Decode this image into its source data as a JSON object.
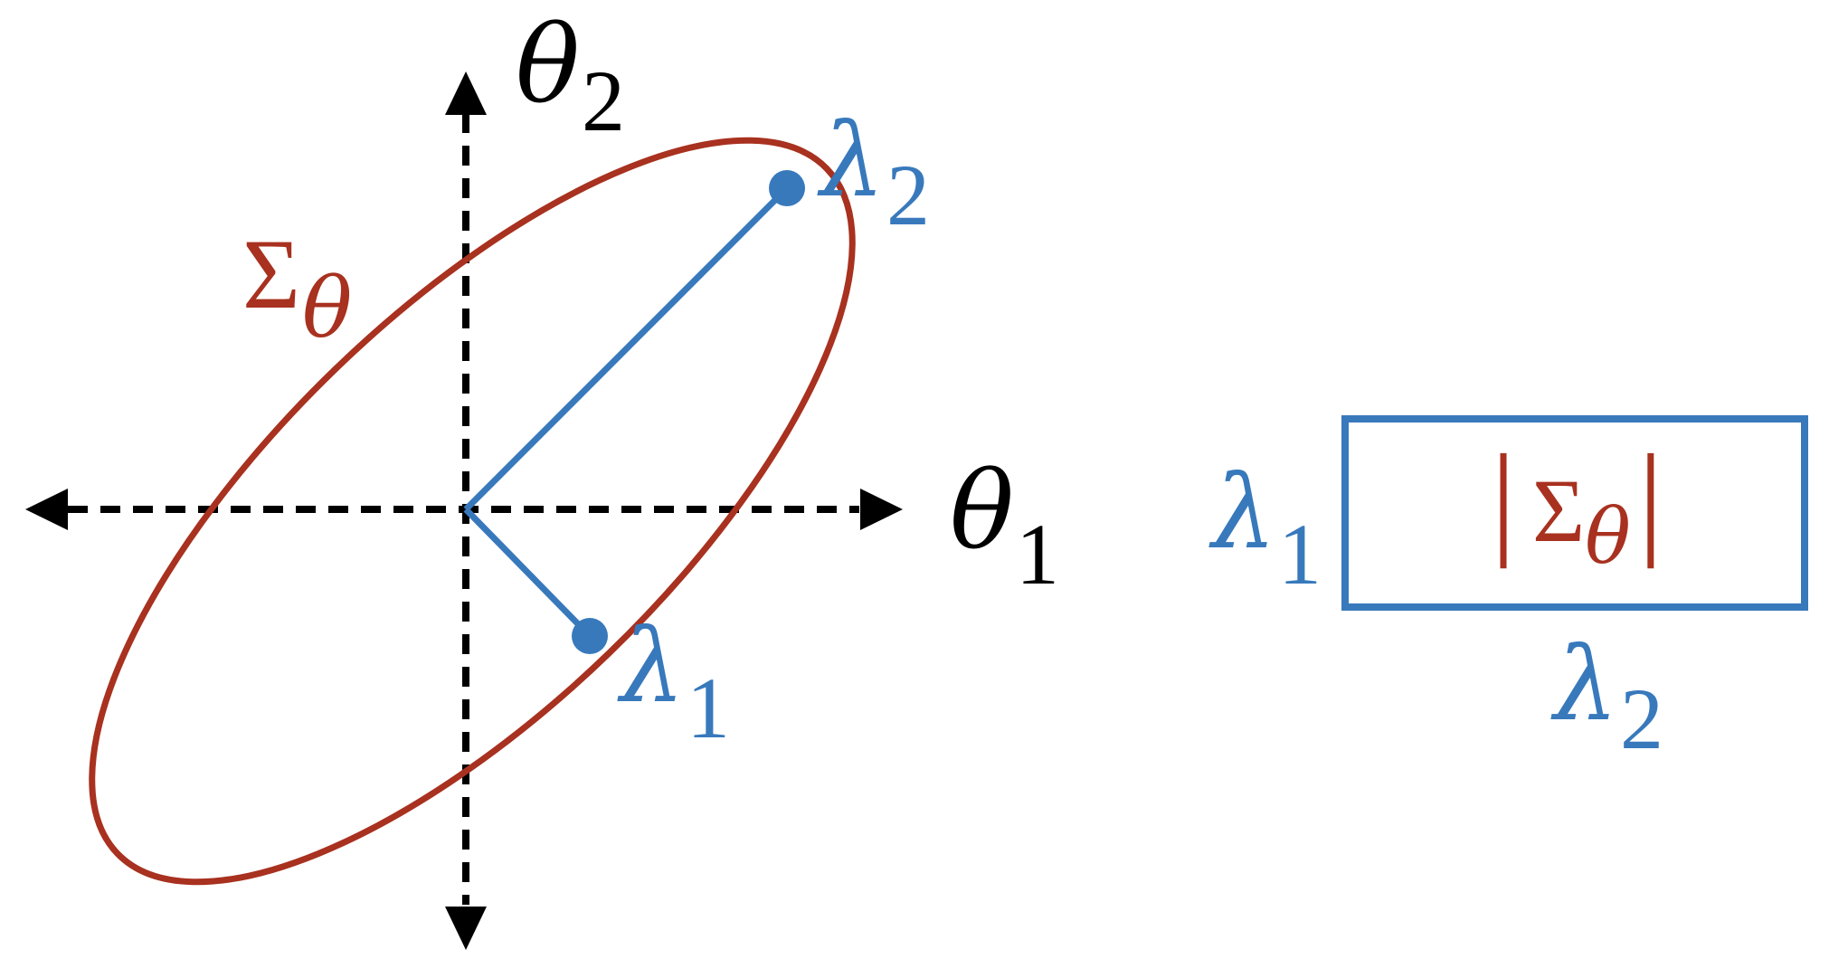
{
  "colors": {
    "axis": "#000000",
    "ellipse": "#A8311F",
    "eigen": "#3879BC",
    "box_text": "#A8311F",
    "background": "#FFFFFF"
  },
  "axes": {
    "x_symbol": "θ",
    "x_subscript": "1",
    "y_symbol": "θ",
    "y_subscript": "2"
  },
  "ellipse_label": {
    "symbol": "Σ",
    "subscript": "θ"
  },
  "eigen_points": [
    {
      "symbol": "λ",
      "subscript": "2"
    },
    {
      "symbol": "λ",
      "subscript": "1"
    }
  ],
  "box": {
    "left_label_symbol": "λ",
    "left_label_subscript": "1",
    "bottom_label_symbol": "λ",
    "bottom_label_subscript": "2",
    "content_bar_left": "|",
    "content_symbol": "Σ",
    "content_subscript": "θ",
    "content_bar_right": "|"
  }
}
